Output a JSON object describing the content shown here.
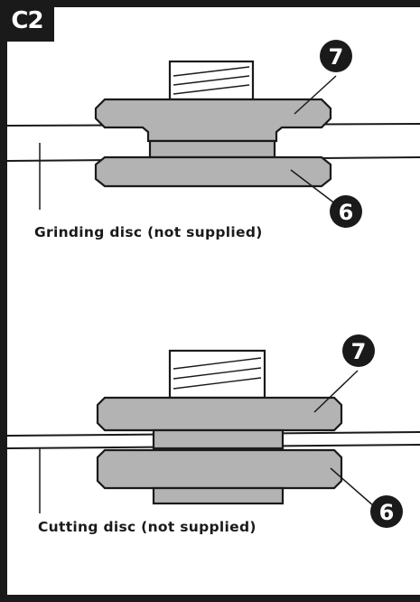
{
  "step_label": "C2",
  "top_assembly": {
    "caption": "Grinding disc  (not supplied)",
    "callout_upper": "7",
    "callout_lower": "6"
  },
  "bottom_assembly": {
    "caption": "Cutting disc (not supplied)",
    "callout_upper": "7",
    "callout_lower": "6"
  }
}
